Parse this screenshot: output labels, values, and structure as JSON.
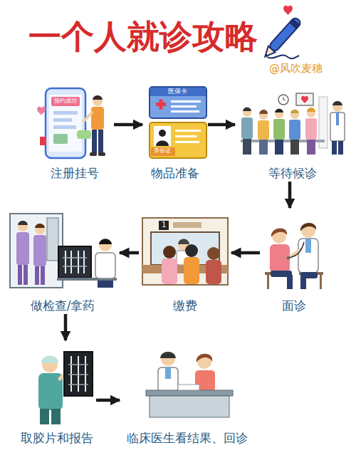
{
  "diagram": {
    "title": "一个人就诊攻略",
    "nodes": [
      {
        "text": [
          "注册挂号"
        ]
      },
      {
        "text": [
          "物品准备"
        ]
      },
      {
        "text": [
          "等待候诊"
        ]
      },
      {
        "text": [
          "面诊"
        ]
      },
      {
        "text": [
          "缴费"
        ]
      },
      {
        "text": [
          "做检查/拿药"
        ]
      },
      {
        "text": [
          "取胶片和报告"
        ]
      },
      {
        "text": [
          "临床医生看结果、回诊"
        ]
      }
    ],
    "edges": [
      {
        "from": 0,
        "to": 1,
        "arrow": "to"
      },
      {
        "from": 1,
        "to": 2,
        "arrow": "to"
      },
      {
        "from": 2,
        "to": 3,
        "arrow": "to"
      },
      {
        "from": 3,
        "to": 4,
        "arrow": "to"
      },
      {
        "from": 4,
        "to": 5,
        "arrow": "to"
      },
      {
        "from": 5,
        "to": 6,
        "arrow": "to"
      },
      {
        "from": 6,
        "to": 7,
        "arrow": "to"
      }
    ],
    "labels": [
      "@风吹麦穗",
      "预约成功",
      "医保卡",
      "身份证",
      "1"
    ]
  }
}
